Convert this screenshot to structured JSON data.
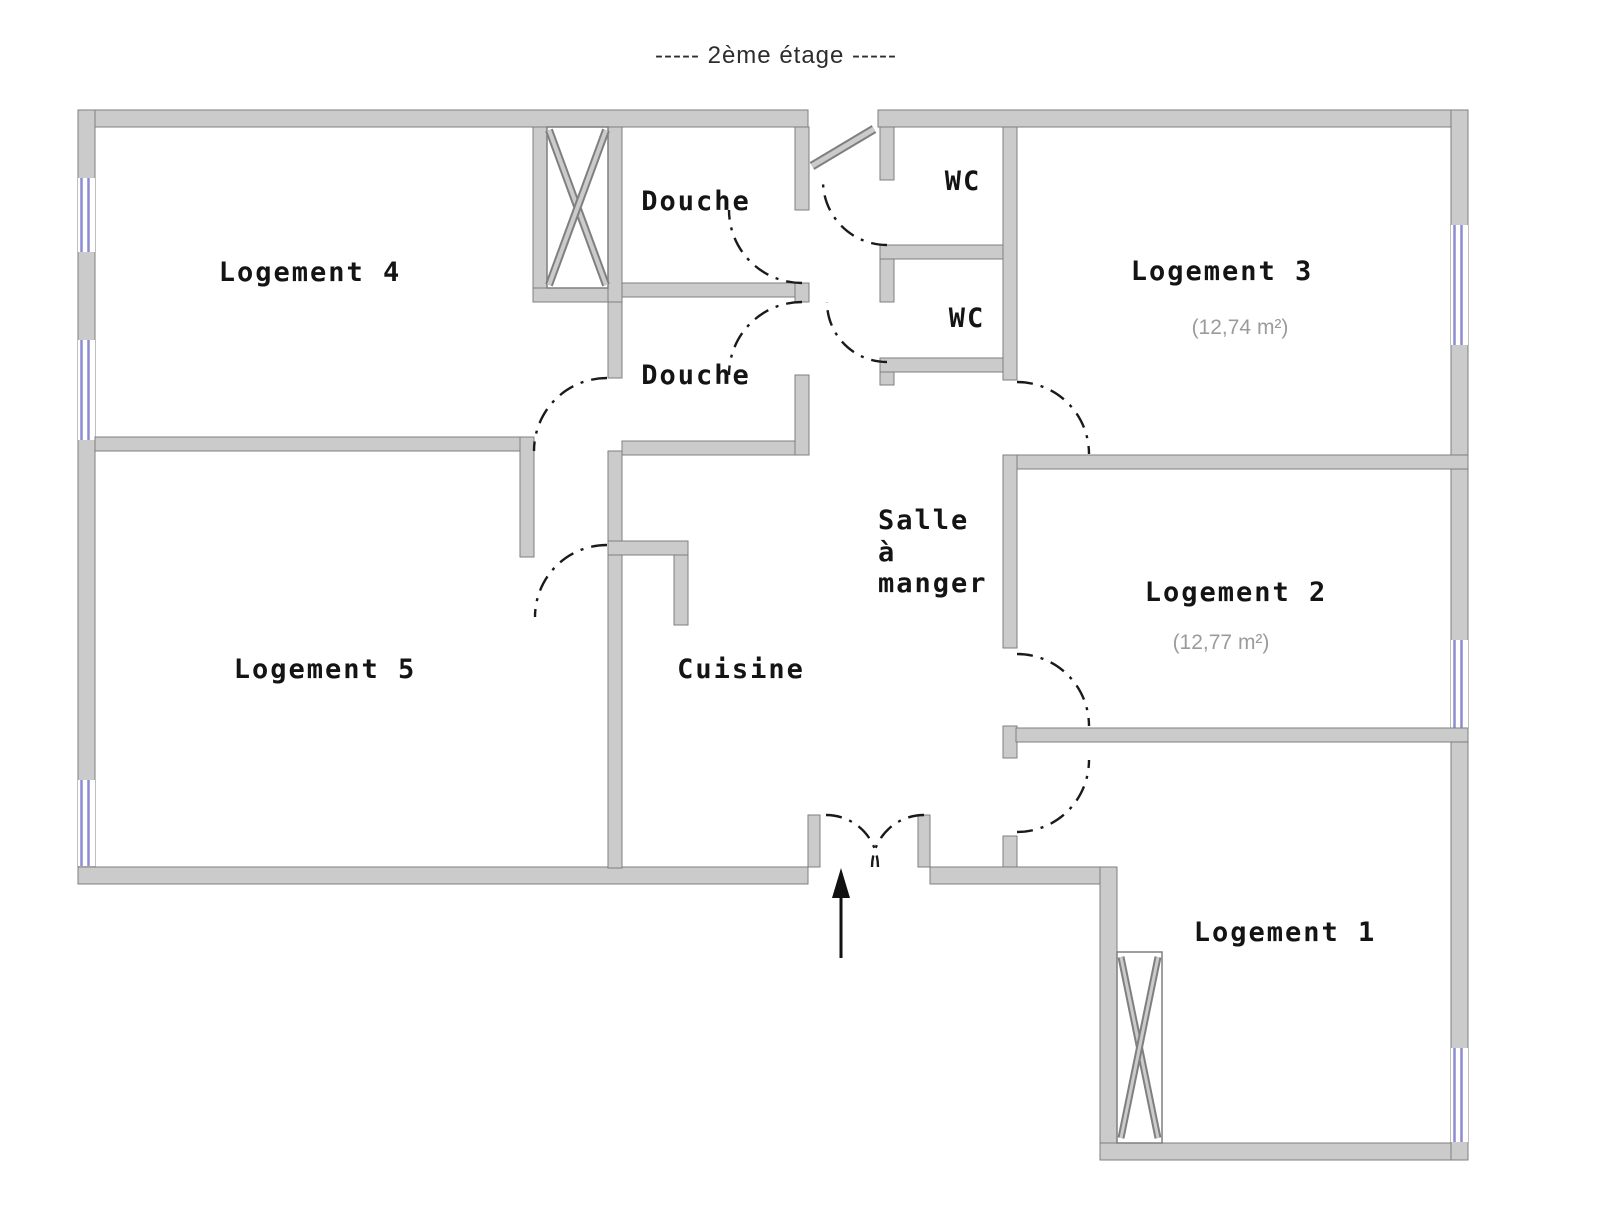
{
  "title": "-----  2ème étage  -----",
  "rooms": {
    "logement4": {
      "label": "Logement 4"
    },
    "douche_top": {
      "label": "Douche"
    },
    "douche_bottom": {
      "label": "Douche"
    },
    "wc_top": {
      "label": "WC"
    },
    "wc_bottom": {
      "label": "WC"
    },
    "logement3": {
      "label": "Logement 3",
      "area": "(12,74 m²)"
    },
    "logement2": {
      "label": "Logement 2",
      "area": "(12,77 m²)"
    },
    "logement1": {
      "label": "Logement 1"
    },
    "logement5": {
      "label": "Logement 5"
    },
    "cuisine": {
      "label": "Cuisine"
    },
    "salle_a_manger": {
      "lines": [
        "Salle",
        "à",
        "manger"
      ]
    }
  },
  "colors": {
    "wall_fill": "#cbcbcb",
    "wall_stroke": "#7f7f7f",
    "window_glass": "#8c8cd0",
    "door_arc": "#1a1a1a",
    "label_text": "#141414",
    "area_text": "#9b9b9b"
  }
}
